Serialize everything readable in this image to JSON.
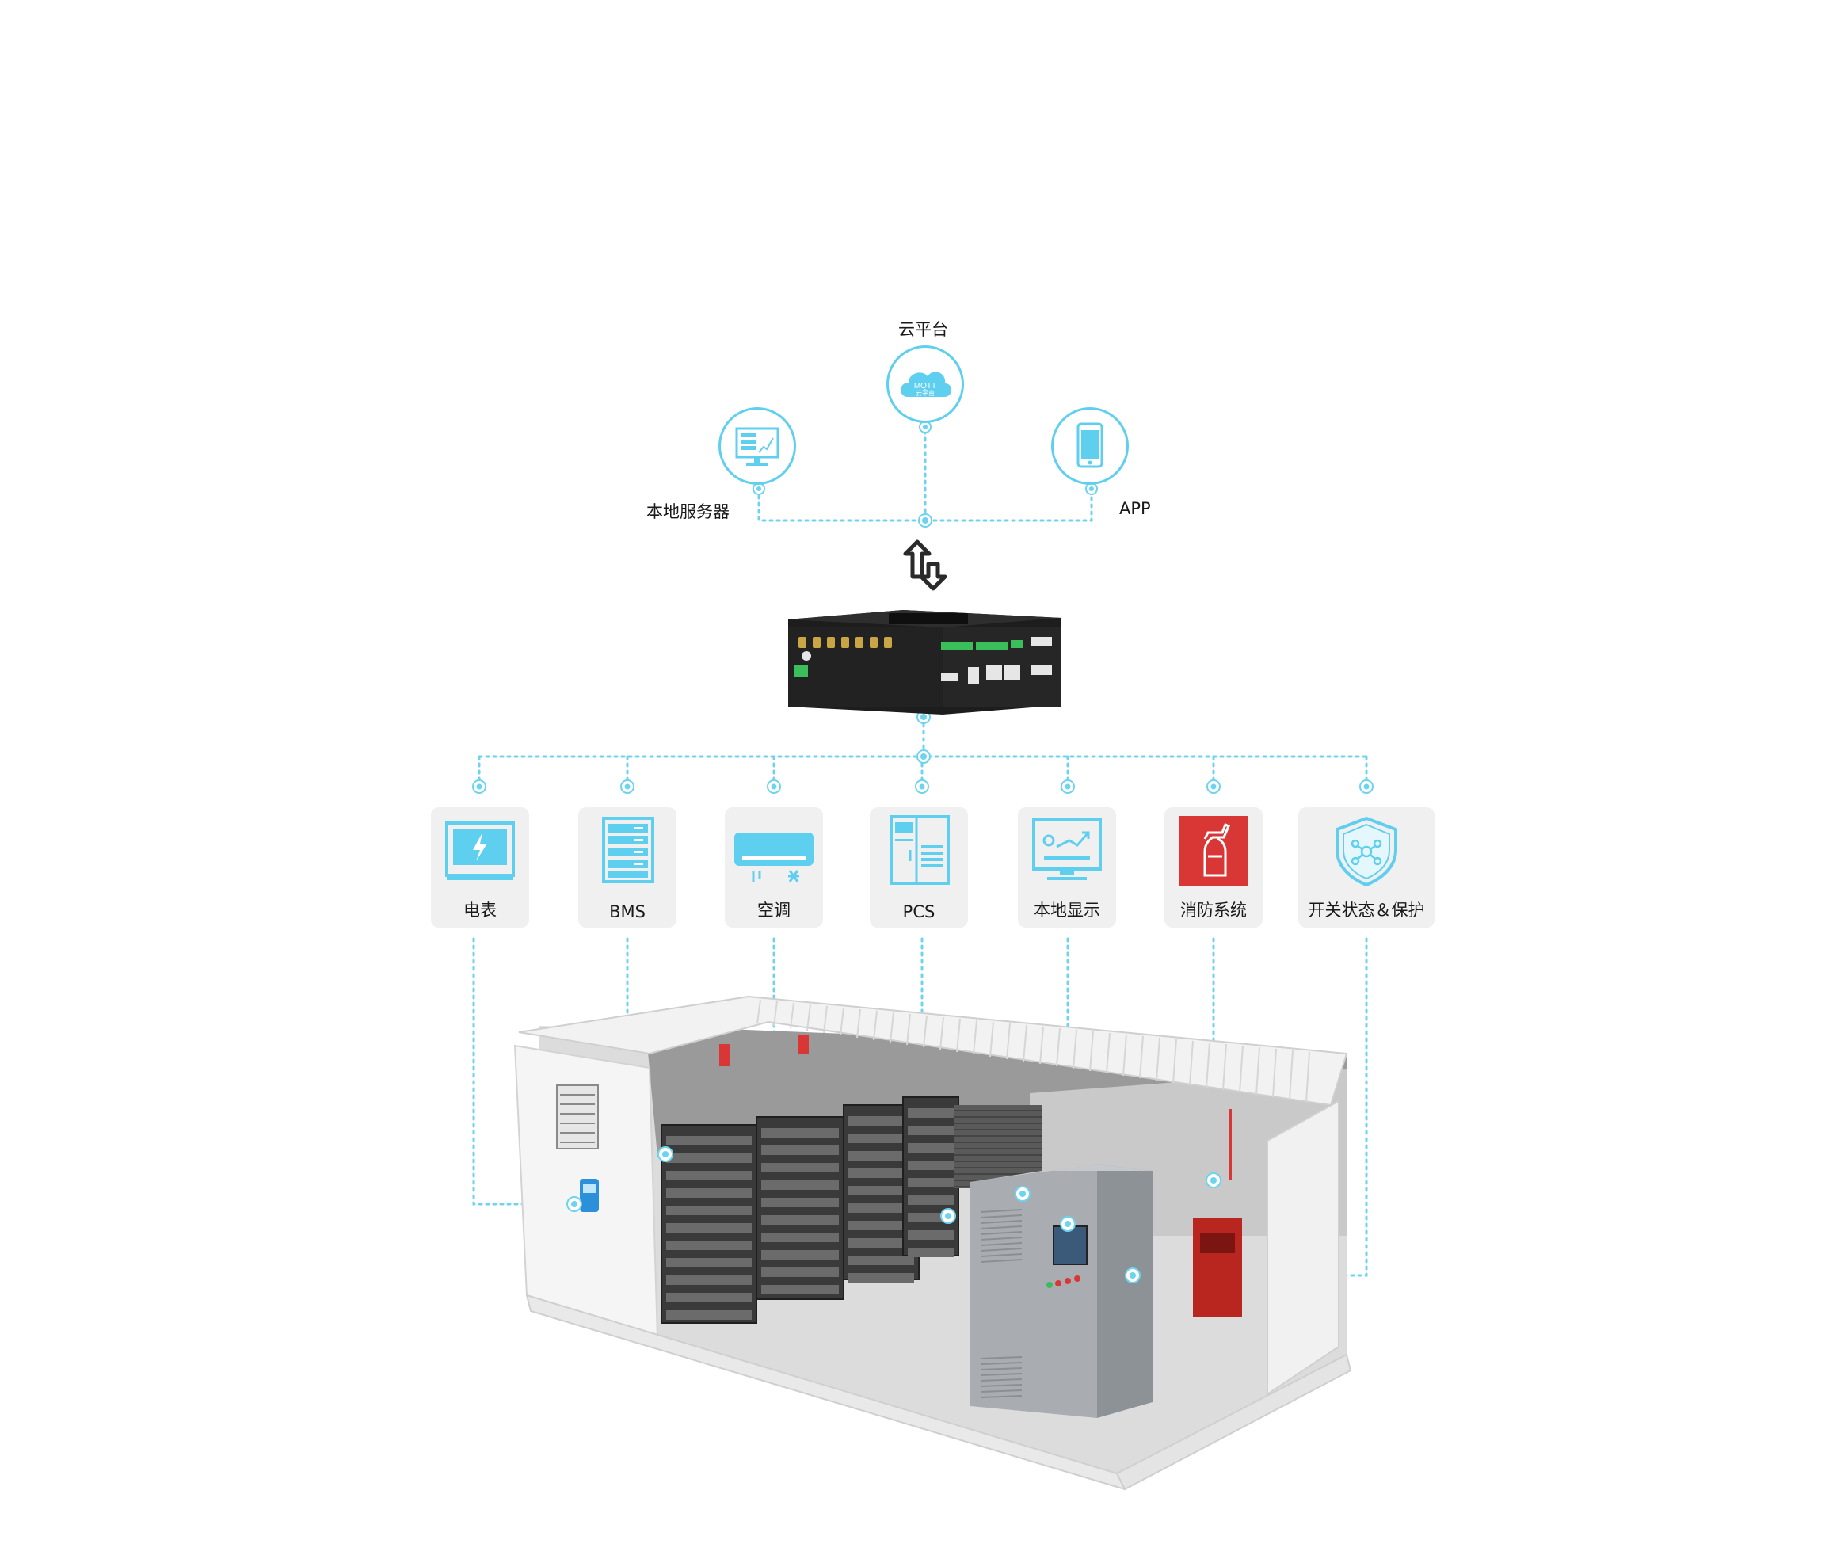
{
  "top_nodes": {
    "cloud": {
      "label": "云平台",
      "icon": "cloud-mqtt-icon",
      "badge_line1": "MQTT",
      "badge_line2": "云平台"
    },
    "server": {
      "label": "本地服务器",
      "icon": "monitor-server-icon"
    },
    "app": {
      "label": "APP",
      "icon": "smartphone-icon"
    }
  },
  "gateway": {
    "icon": "edge-gateway-device"
  },
  "devices": [
    {
      "label": "电表",
      "icon": "power-meter-icon"
    },
    {
      "label": "BMS",
      "icon": "bms-rack-icon"
    },
    {
      "label": "空调",
      "icon": "air-conditioner-icon"
    },
    {
      "label": "PCS",
      "icon": "pcs-cabinet-icon"
    },
    {
      "label": "本地显示",
      "icon": "local-display-icon"
    },
    {
      "label": "消防系统",
      "icon": "fire-extinguisher-icon"
    },
    {
      "label": "开关状态＆保护",
      "icon": "shield-protection-icon"
    }
  ],
  "colors": {
    "accent": "#5fcfef",
    "line": "#6dd3ef",
    "card_bg": "#f0f0f0",
    "fire_red": "#d93636",
    "dark": "#2a2a2a"
  }
}
